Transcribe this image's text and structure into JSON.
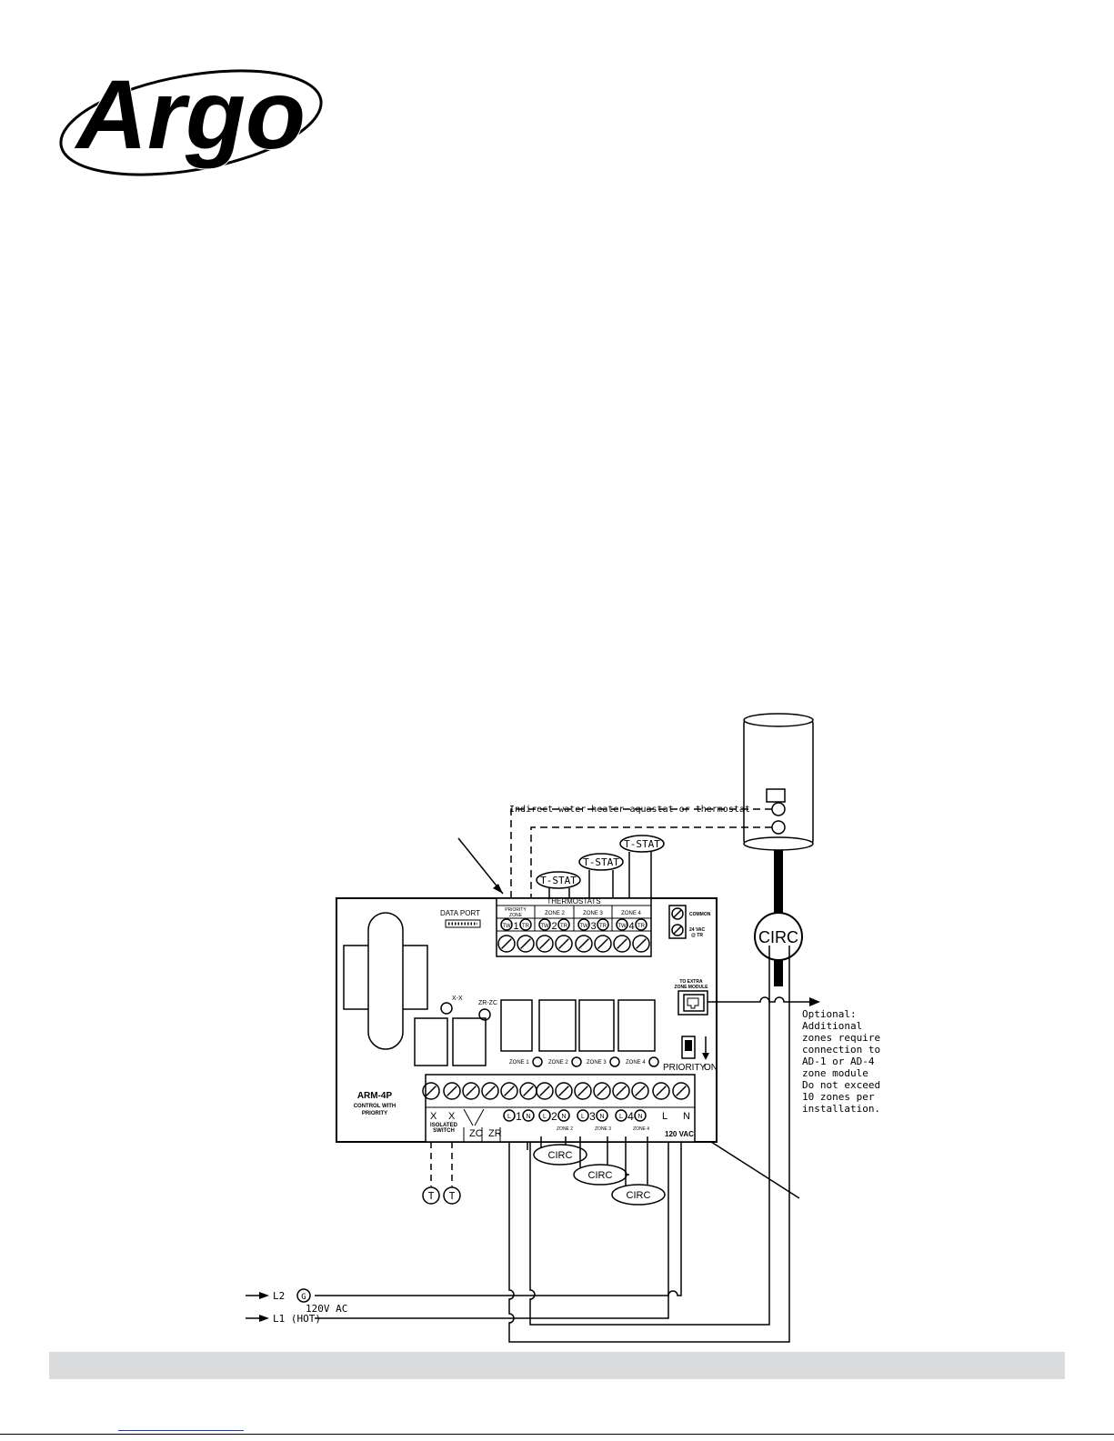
{
  "brand": {
    "logo_text": "Argo"
  },
  "diagram": {
    "aquastat_label": "Indirect water heater aquastat or thermostat",
    "tstat_label": "T-STAT",
    "circ_label": "CIRC",
    "data_port": "DATA PORT",
    "thermostats": "THERMOSTATS",
    "priority_zone": [
      "PRIORITY",
      "ZONE"
    ],
    "zone1": "ZONE 1",
    "zone2": "ZONE 2",
    "zone3": "ZONE 3",
    "zone4": "ZONE 4",
    "terminal_tw": "T",
    "terminal_tw_sub": "W",
    "terminal_tr": "T",
    "terminal_tr_sub": "R",
    "num1": "1",
    "num2": "2",
    "num3": "3",
    "num4": "4",
    "common": "COMMON",
    "vac24": [
      "24 VAC",
      "@ TR"
    ],
    "extra_module": [
      "TO EXTRA",
      "ZONE MODULE"
    ],
    "xx": "X-X",
    "zrzc": "ZR-ZC",
    "priority": "PRIORITY",
    "on": "ON",
    "model": [
      "ARM-4P",
      "CONTROL WITH",
      "PRIORITY"
    ],
    "x": "X",
    "isolated_switch": [
      "ISOLATED",
      "SWITCH"
    ],
    "zc": "ZC",
    "zr": "ZR",
    "L": "L",
    "N": "N",
    "vac120": "120 VAC",
    "t_circle": "T",
    "optional_note": [
      "Optional:",
      "Additional",
      "zones require",
      "connection to",
      "AD-1 or AD-4",
      "zone module",
      "Do not exceed",
      "10 zones per",
      "installation."
    ],
    "l2": "L2",
    "g": "G",
    "ac120": "120V AC",
    "l1": "L1 (HOT)"
  },
  "colors": {
    "ink": "#000000",
    "footer_bar": "#dadbdd",
    "link": "#1a3bd0"
  }
}
